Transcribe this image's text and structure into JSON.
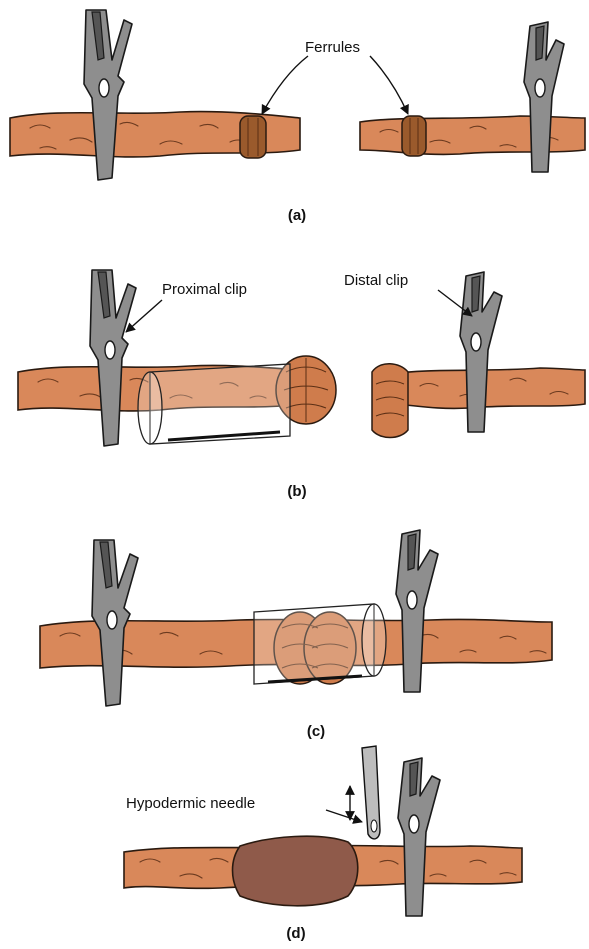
{
  "labels": {
    "ferrules": "Ferrules",
    "proximal_clip": "Proximal clip",
    "distal_clip": "Distal clip",
    "hypodermic_needle": "Hypodermic needle"
  },
  "captions": {
    "a": "(a)",
    "b": "(b)",
    "c": "(c)",
    "d": "(d)"
  },
  "colors": {
    "vessel": "#d9885a",
    "ferrule": "#9a5a2c",
    "clip": "#8e8e8e",
    "swelling": "#8f5a4a"
  }
}
